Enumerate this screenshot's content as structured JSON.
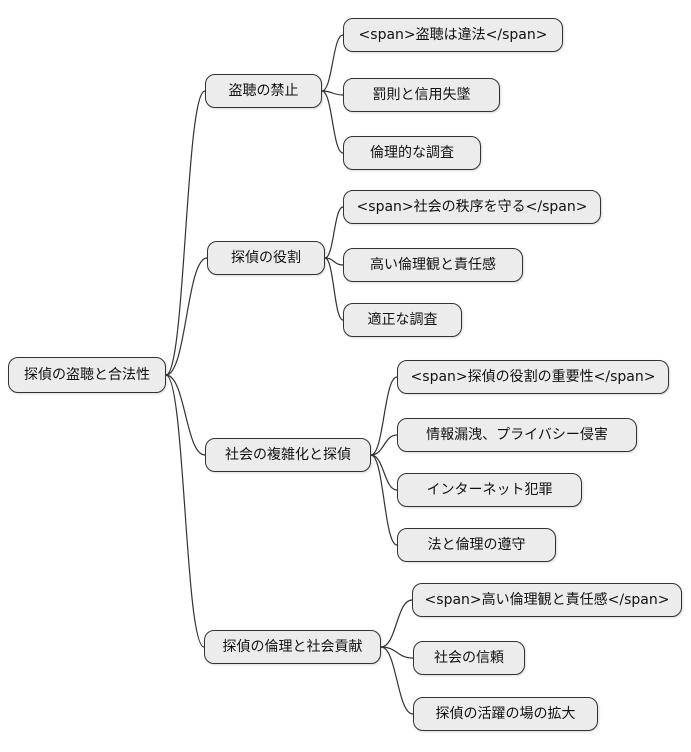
{
  "diagram": {
    "type": "mindmap",
    "root": {
      "label": "探偵の盗聴と合法性"
    },
    "branches": [
      {
        "label": "盗聴の禁止",
        "children": [
          {
            "label": "<span>盗聴は違法</span>"
          },
          {
            "label": "罰則と信用失墜"
          },
          {
            "label": "倫理的な調査"
          }
        ]
      },
      {
        "label": "探偵の役割",
        "children": [
          {
            "label": "<span>社会の秩序を守る</span>"
          },
          {
            "label": "高い倫理観と責任感"
          },
          {
            "label": "適正な調査"
          }
        ]
      },
      {
        "label": "社会の複雑化と探偵",
        "children": [
          {
            "label": "<span>探偵の役割の重要性</span>"
          },
          {
            "label": "情報漏洩、プライバシー侵害"
          },
          {
            "label": "インターネット犯罪"
          },
          {
            "label": "法と倫理の遵守"
          }
        ]
      },
      {
        "label": "探偵の倫理と社会貢献",
        "children": [
          {
            "label": "<span>高い倫理観と責任感</span>"
          },
          {
            "label": "社会の信頼"
          },
          {
            "label": "探偵の活躍の場の拡大"
          }
        ]
      }
    ],
    "colors": {
      "background": "#ffffff",
      "node_fill": "#ececec",
      "node_border": "#333333",
      "edge": "#333333",
      "text": "#111111"
    }
  }
}
